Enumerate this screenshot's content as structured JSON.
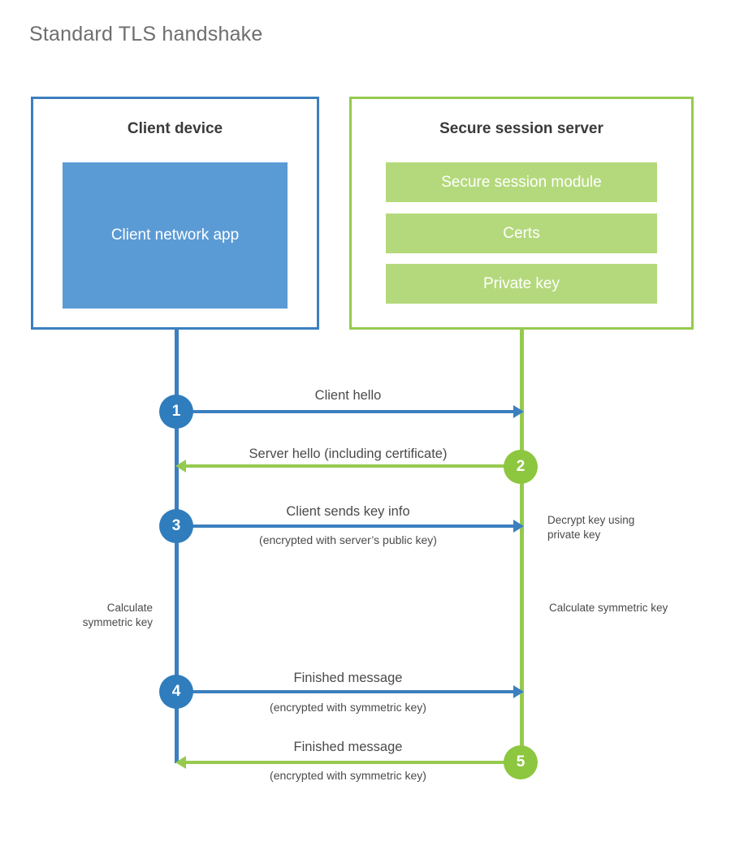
{
  "title": "Standard TLS handshake",
  "client": {
    "box_title": "Client device",
    "border_color": "#3c7fbf",
    "app_label": "Client network app",
    "app_color": "#5b9bd5"
  },
  "server": {
    "box_title": "Secure session server",
    "border_color": "#96ca4f",
    "bar_color": "#b4d97c",
    "components": [
      {
        "label": "Secure session module"
      },
      {
        "label": "Certs"
      },
      {
        "label": "Private key"
      }
    ]
  },
  "lifelines": {
    "client_color": "#3c7fbf",
    "server_color": "#96ca4f"
  },
  "steps": [
    {
      "number": "1",
      "label": "Client hello",
      "sublabel": "",
      "direction": "client-to-server",
      "color": "#2f7dbd"
    },
    {
      "number": "2",
      "label": "Server hello (including certificate)",
      "sublabel": "",
      "direction": "server-to-client",
      "color": "#8dc63f"
    },
    {
      "number": "3",
      "label": "Client sends key info",
      "sublabel": "(encrypted with server’s public key)",
      "direction": "client-to-server",
      "color": "#2f7dbd"
    },
    {
      "number": "4",
      "label": "Finished message",
      "sublabel": "(encrypted with symmetric key)",
      "direction": "client-to-server",
      "color": "#2f7dbd"
    },
    {
      "number": "5",
      "label": "Finished message",
      "sublabel": "(encrypted with symmetric key)",
      "direction": "server-to-client",
      "color": "#8dc63f"
    }
  ],
  "annotations": {
    "server_decrypt": "Decrypt key using private key",
    "client_calculate": "Calculate symmetric key",
    "server_calculate": "Calculate symmetric key"
  }
}
